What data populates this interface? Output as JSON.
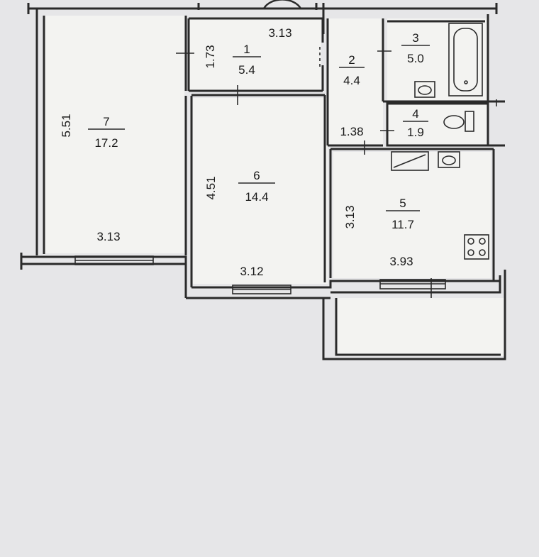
{
  "colors": {
    "paper": "#e6e6e8",
    "line": "#2a2a2a",
    "fill": "#f3f3f1"
  },
  "rooms": [
    {
      "number": "1",
      "area": "5.4"
    },
    {
      "number": "2",
      "area": "4.4"
    },
    {
      "number": "3",
      "area": "5.0"
    },
    {
      "number": "4",
      "area": "1.9"
    },
    {
      "number": "5",
      "area": "11.7"
    },
    {
      "number": "6",
      "area": "14.4"
    },
    {
      "number": "7",
      "area": "17.2"
    }
  ],
  "dimensions": {
    "room1_width": "3.13",
    "room1_depth": "1.73",
    "room2_width": "1.38",
    "room5_depth": "3.13",
    "room5_width": "3.93",
    "room6_depth": "4.51",
    "room6_width": "3.12",
    "room7_depth": "5.51",
    "room7_width": "3.13"
  },
  "icons": [
    "bathtub-icon",
    "sink-icon",
    "toilet-icon",
    "stove-icon",
    "window-icon",
    "door-opening-icon"
  ]
}
